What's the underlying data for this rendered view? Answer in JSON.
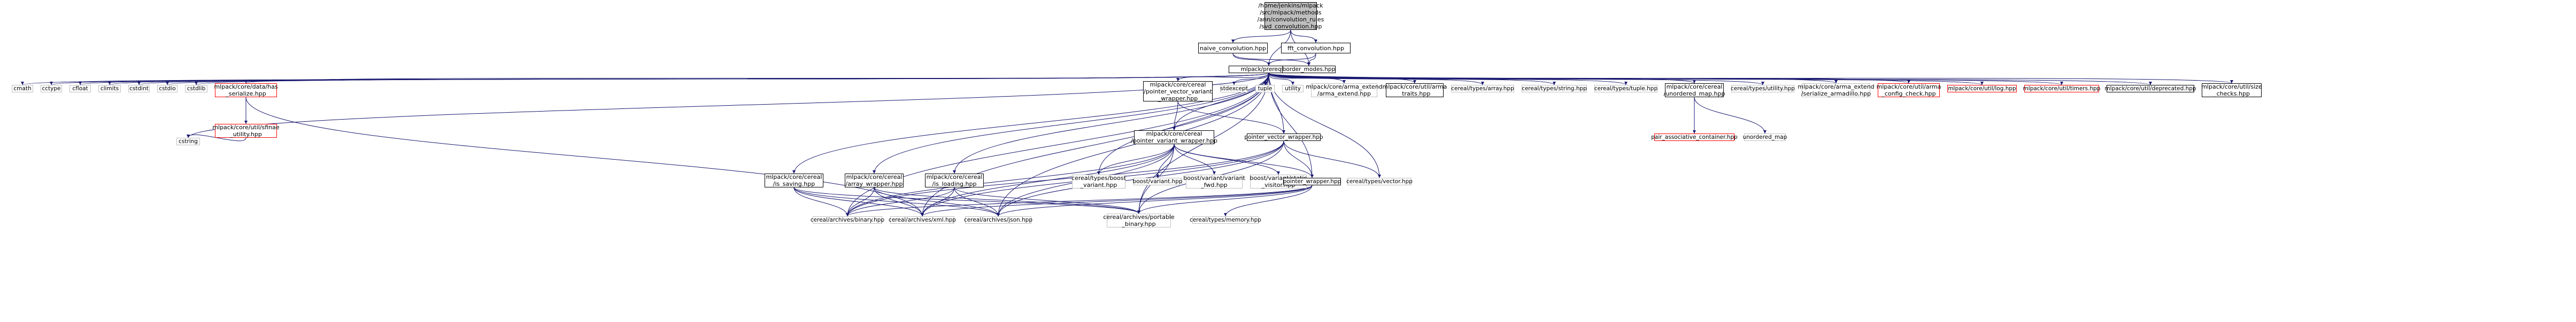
{
  "graph": {
    "type": "include-dependency-graph",
    "edge_color": "#191970",
    "nodes": [
      {
        "id": "root",
        "label": "/home/jenkins/mlpack\n/src/mlpack/methods\n/ann/convolution_rules\n/svd_convolution.hpp",
        "style": "root"
      },
      {
        "id": "naive",
        "label": "naive_convolution.hpp",
        "style": "black"
      },
      {
        "id": "fft",
        "label": "fft_convolution.hpp",
        "style": "black"
      },
      {
        "id": "prereqs",
        "label": "mlpack/prereqs.hpp",
        "style": "black"
      },
      {
        "id": "border",
        "label": "border_modes.hpp",
        "style": "black"
      },
      {
        "id": "cmath",
        "label": "cmath",
        "style": "gray"
      },
      {
        "id": "cctype",
        "label": "cctype",
        "style": "gray"
      },
      {
        "id": "cfloat",
        "label": "cfloat",
        "style": "gray"
      },
      {
        "id": "climits",
        "label": "climits",
        "style": "gray"
      },
      {
        "id": "cstdint",
        "label": "cstdint",
        "style": "gray"
      },
      {
        "id": "cstdio",
        "label": "cstdio",
        "style": "gray"
      },
      {
        "id": "cstdlib",
        "label": "cstdlib",
        "style": "gray"
      },
      {
        "id": "has_serialize",
        "label": "mlpack/core/data/has\n_serialize.hpp",
        "style": "red"
      },
      {
        "id": "cereal_ptr_vec_variant",
        "label": "mlpack/core/cereal\n/pointer_vector_variant\n_wrapper.hpp",
        "style": "black"
      },
      {
        "id": "stdexcept",
        "label": "stdexcept",
        "style": "gray"
      },
      {
        "id": "tuple",
        "label": "tuple",
        "style": "gray"
      },
      {
        "id": "utility",
        "label": "utility",
        "style": "gray"
      },
      {
        "id": "arma_extend",
        "label": "mlpack/core/arma_extend\n/arma_extend.hpp",
        "style": "gray"
      },
      {
        "id": "arma_traits",
        "label": "mlpack/core/util/arma\n_traits.hpp",
        "style": "black"
      },
      {
        "id": "types_array",
        "label": "cereal/types/array.hpp",
        "style": "gray"
      },
      {
        "id": "types_string",
        "label": "cereal/types/string.hpp",
        "style": "gray"
      },
      {
        "id": "types_tuple",
        "label": "cereal/types/tuple.hpp",
        "style": "gray"
      },
      {
        "id": "unordered_map_hpp",
        "label": "mlpack/core/cereal\n/unordered_map.hpp",
        "style": "black"
      },
      {
        "id": "types_utility",
        "label": "cereal/types/utility.hpp",
        "style": "gray"
      },
      {
        "id": "serialize_armadillo",
        "label": "mlpack/core/arma_extend\n/serialize_armadillo.hpp",
        "style": "gray"
      },
      {
        "id": "arma_config_check",
        "label": "mlpack/core/util/arma\n_config_check.hpp",
        "style": "red"
      },
      {
        "id": "log",
        "label": "mlpack/core/util/log.hpp",
        "style": "red"
      },
      {
        "id": "timers",
        "label": "mlpack/core/util/timers.hpp",
        "style": "red"
      },
      {
        "id": "deprecated",
        "label": "mlpack/core/util/deprecated.hpp",
        "style": "black"
      },
      {
        "id": "size_checks",
        "label": "mlpack/core/util/size\n_checks.hpp",
        "style": "black"
      },
      {
        "id": "sfinae",
        "label": "mlpack/core/util/sfinae\n_utility.hpp",
        "style": "red"
      },
      {
        "id": "cstring",
        "label": "cstring",
        "style": "gray"
      },
      {
        "id": "cereal_ptr_variant",
        "label": "mlpack/core/cereal\n/pointer_variant_wrapper.hpp",
        "style": "black"
      },
      {
        "id": "ptr_vec_wrapper",
        "label": "pointer_vector_wrapper.hpp",
        "style": "black"
      },
      {
        "id": "pair_assoc",
        "label": "pair_associative_container.hpp",
        "style": "red"
      },
      {
        "id": "unordered_map",
        "label": "unordered_map",
        "style": "gray"
      },
      {
        "id": "is_saving",
        "label": "mlpack/core/cereal\n/is_saving.hpp",
        "style": "black"
      },
      {
        "id": "array_wrapper",
        "label": "mlpack/core/cereal\n/array_wrapper.hpp",
        "style": "black"
      },
      {
        "id": "is_loading",
        "label": "mlpack/core/cereal\n/is_loading.hpp",
        "style": "black"
      },
      {
        "id": "types_boost_variant",
        "label": "cereal/types/boost\n_variant.hpp",
        "style": "gray"
      },
      {
        "id": "boost_variant",
        "label": "boost/variant.hpp",
        "style": "gray"
      },
      {
        "id": "variant_fwd",
        "label": "boost/variant/variant\n_fwd.hpp",
        "style": "gray"
      },
      {
        "id": "static_visitor",
        "label": "boost/variant/static\n_visitor.hpp",
        "style": "gray"
      },
      {
        "id": "pointer_wrapper",
        "label": "pointer_wrapper.hpp",
        "style": "black"
      },
      {
        "id": "types_vector",
        "label": "cereal/types/vector.hpp",
        "style": "gray"
      },
      {
        "id": "binary",
        "label": "cereal/archives/binary.hpp",
        "style": "gray"
      },
      {
        "id": "xml",
        "label": "cereal/archives/xml.hpp",
        "style": "gray"
      },
      {
        "id": "json",
        "label": "cereal/archives/json.hpp",
        "style": "gray"
      },
      {
        "id": "portable_binary",
        "label": "cereal/archives/portable\n_binary.hpp",
        "style": "gray"
      },
      {
        "id": "types_memory",
        "label": "cereal/types/memory.hpp",
        "style": "gray"
      }
    ],
    "edges": [
      [
        "root",
        "naive"
      ],
      [
        "root",
        "fft"
      ],
      [
        "root",
        "prereqs"
      ],
      [
        "root",
        "border"
      ],
      [
        "naive",
        "prereqs"
      ],
      [
        "naive",
        "border"
      ],
      [
        "fft",
        "prereqs"
      ],
      [
        "fft",
        "border"
      ],
      [
        "prereqs",
        "cmath"
      ],
      [
        "prereqs",
        "cctype"
      ],
      [
        "prereqs",
        "cfloat"
      ],
      [
        "prereqs",
        "climits"
      ],
      [
        "prereqs",
        "cstdint"
      ],
      [
        "prereqs",
        "cstdio"
      ],
      [
        "prereqs",
        "cstdlib"
      ],
      [
        "prereqs",
        "cstring"
      ],
      [
        "prereqs",
        "has_serialize"
      ],
      [
        "prereqs",
        "cereal_ptr_vec_variant"
      ],
      [
        "prereqs",
        "stdexcept"
      ],
      [
        "prereqs",
        "tuple"
      ],
      [
        "prereqs",
        "utility"
      ],
      [
        "prereqs",
        "arma_extend"
      ],
      [
        "prereqs",
        "arma_traits"
      ],
      [
        "prereqs",
        "types_array"
      ],
      [
        "prereqs",
        "types_string"
      ],
      [
        "prereqs",
        "types_tuple"
      ],
      [
        "prereqs",
        "unordered_map_hpp"
      ],
      [
        "prereqs",
        "types_utility"
      ],
      [
        "prereqs",
        "serialize_armadillo"
      ],
      [
        "prereqs",
        "arma_config_check"
      ],
      [
        "prereqs",
        "log"
      ],
      [
        "prereqs",
        "timers"
      ],
      [
        "prereqs",
        "deprecated"
      ],
      [
        "prereqs",
        "size_checks"
      ],
      [
        "prereqs",
        "is_saving"
      ],
      [
        "prereqs",
        "array_wrapper"
      ],
      [
        "prereqs",
        "is_loading"
      ],
      [
        "prereqs",
        "cereal_ptr_variant"
      ],
      [
        "prereqs",
        "ptr_vec_wrapper"
      ],
      [
        "prereqs",
        "pointer_wrapper"
      ],
      [
        "prereqs",
        "types_vector"
      ],
      [
        "prereqs",
        "types_boost_variant"
      ],
      [
        "prereqs",
        "binary"
      ],
      [
        "prereqs",
        "xml"
      ],
      [
        "prereqs",
        "json"
      ],
      [
        "prereqs",
        "portable_binary"
      ],
      [
        "has_serialize",
        "sfinae"
      ],
      [
        "has_serialize",
        "xml"
      ],
      [
        "sfinae",
        "cstring"
      ],
      [
        "cereal_ptr_vec_variant",
        "cereal_ptr_variant"
      ],
      [
        "cereal_ptr_vec_variant",
        "ptr_vec_wrapper"
      ],
      [
        "unordered_map_hpp",
        "pair_assoc"
      ],
      [
        "unordered_map_hpp",
        "unordered_map"
      ],
      [
        "cereal_ptr_variant",
        "types_boost_variant"
      ],
      [
        "cereal_ptr_variant",
        "boost_variant"
      ],
      [
        "cereal_ptr_variant",
        "variant_fwd"
      ],
      [
        "cereal_ptr_variant",
        "static_visitor"
      ],
      [
        "cereal_ptr_variant",
        "pointer_wrapper"
      ],
      [
        "cereal_ptr_variant",
        "binary"
      ],
      [
        "cereal_ptr_variant",
        "xml"
      ],
      [
        "cereal_ptr_variant",
        "json"
      ],
      [
        "cereal_ptr_variant",
        "portable_binary"
      ],
      [
        "ptr_vec_wrapper",
        "pointer_wrapper"
      ],
      [
        "ptr_vec_wrapper",
        "types_vector"
      ],
      [
        "ptr_vec_wrapper",
        "binary"
      ],
      [
        "ptr_vec_wrapper",
        "xml"
      ],
      [
        "ptr_vec_wrapper",
        "json"
      ],
      [
        "ptr_vec_wrapper",
        "portable_binary"
      ],
      [
        "pointer_wrapper",
        "types_memory"
      ],
      [
        "pointer_wrapper",
        "binary"
      ],
      [
        "pointer_wrapper",
        "xml"
      ],
      [
        "pointer_wrapper",
        "json"
      ],
      [
        "pointer_wrapper",
        "portable_binary"
      ],
      [
        "is_saving",
        "binary"
      ],
      [
        "is_saving",
        "xml"
      ],
      [
        "is_saving",
        "json"
      ],
      [
        "is_saving",
        "portable_binary"
      ],
      [
        "array_wrapper",
        "binary"
      ],
      [
        "array_wrapper",
        "xml"
      ],
      [
        "array_wrapper",
        "json"
      ],
      [
        "array_wrapper",
        "portable_binary"
      ],
      [
        "is_loading",
        "binary"
      ],
      [
        "is_loading",
        "xml"
      ],
      [
        "is_loading",
        "json"
      ],
      [
        "is_loading",
        "portable_binary"
      ]
    ]
  }
}
